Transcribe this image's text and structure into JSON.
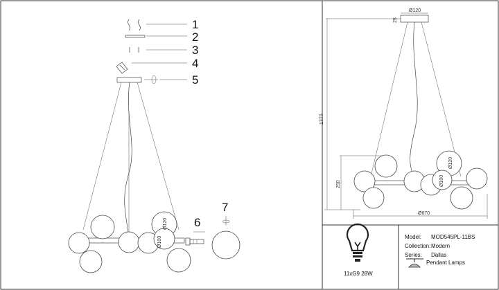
{
  "callouts": [
    "1",
    "2",
    "3",
    "4",
    "5",
    "6",
    "7"
  ],
  "left_view": {
    "globe_dims": [
      "Ø120",
      "Ø100"
    ]
  },
  "right_view": {
    "canopy_diameter": "Ø120",
    "canopy_height": "25",
    "overall_height": "1370",
    "body_height": "250",
    "overall_width": "Ø670",
    "globe_dims": [
      "Ø120",
      "Ø100"
    ]
  },
  "title_block": {
    "model_label": "Model:",
    "model_value": "MOD545PL-11BS",
    "collection_label": "Collection:",
    "collection_value": "Modern",
    "series_label": "Series:",
    "series_value": "Dallas",
    "type_value": "Pendant Lamps",
    "bulb_spec": "11xG9 28W"
  },
  "colors": {
    "line": "#444444",
    "frame": "#333333"
  }
}
